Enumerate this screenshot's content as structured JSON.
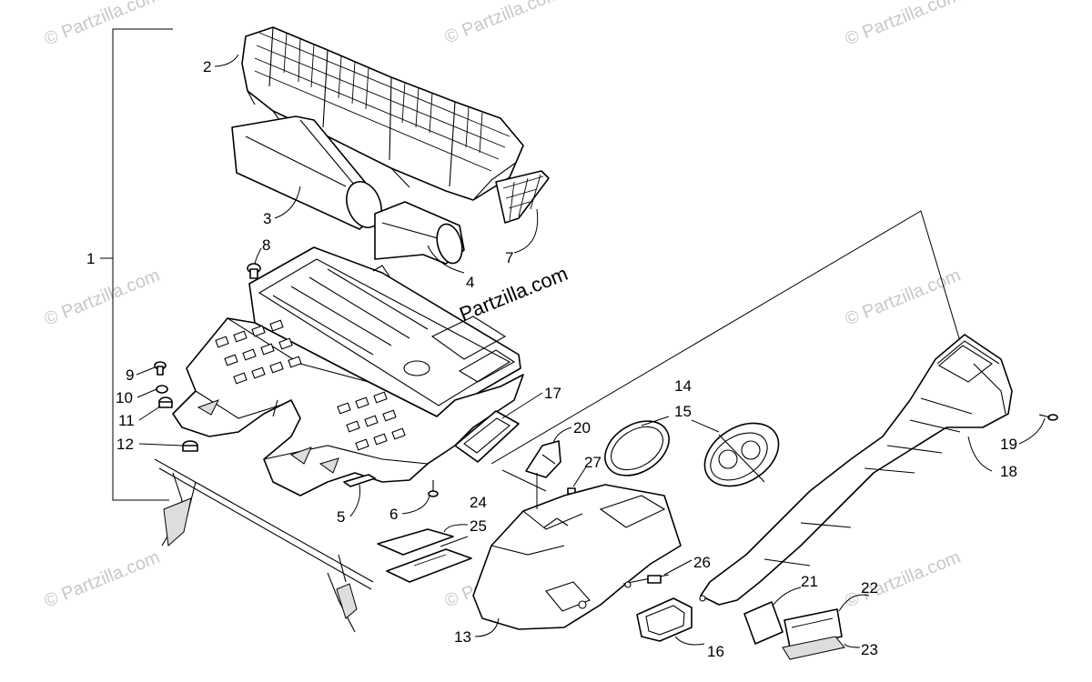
{
  "watermark": {
    "text": "© Partzilla.com",
    "center_text": "© Partzilla.com"
  },
  "callouts": [
    "1",
    "2",
    "3",
    "4",
    "5",
    "6",
    "7",
    "8",
    "9",
    "10",
    "11",
    "12",
    "13",
    "14",
    "15",
    "16",
    "17",
    "18",
    "19",
    "20",
    "21",
    "22",
    "23",
    "24",
    "25",
    "26",
    "27"
  ]
}
